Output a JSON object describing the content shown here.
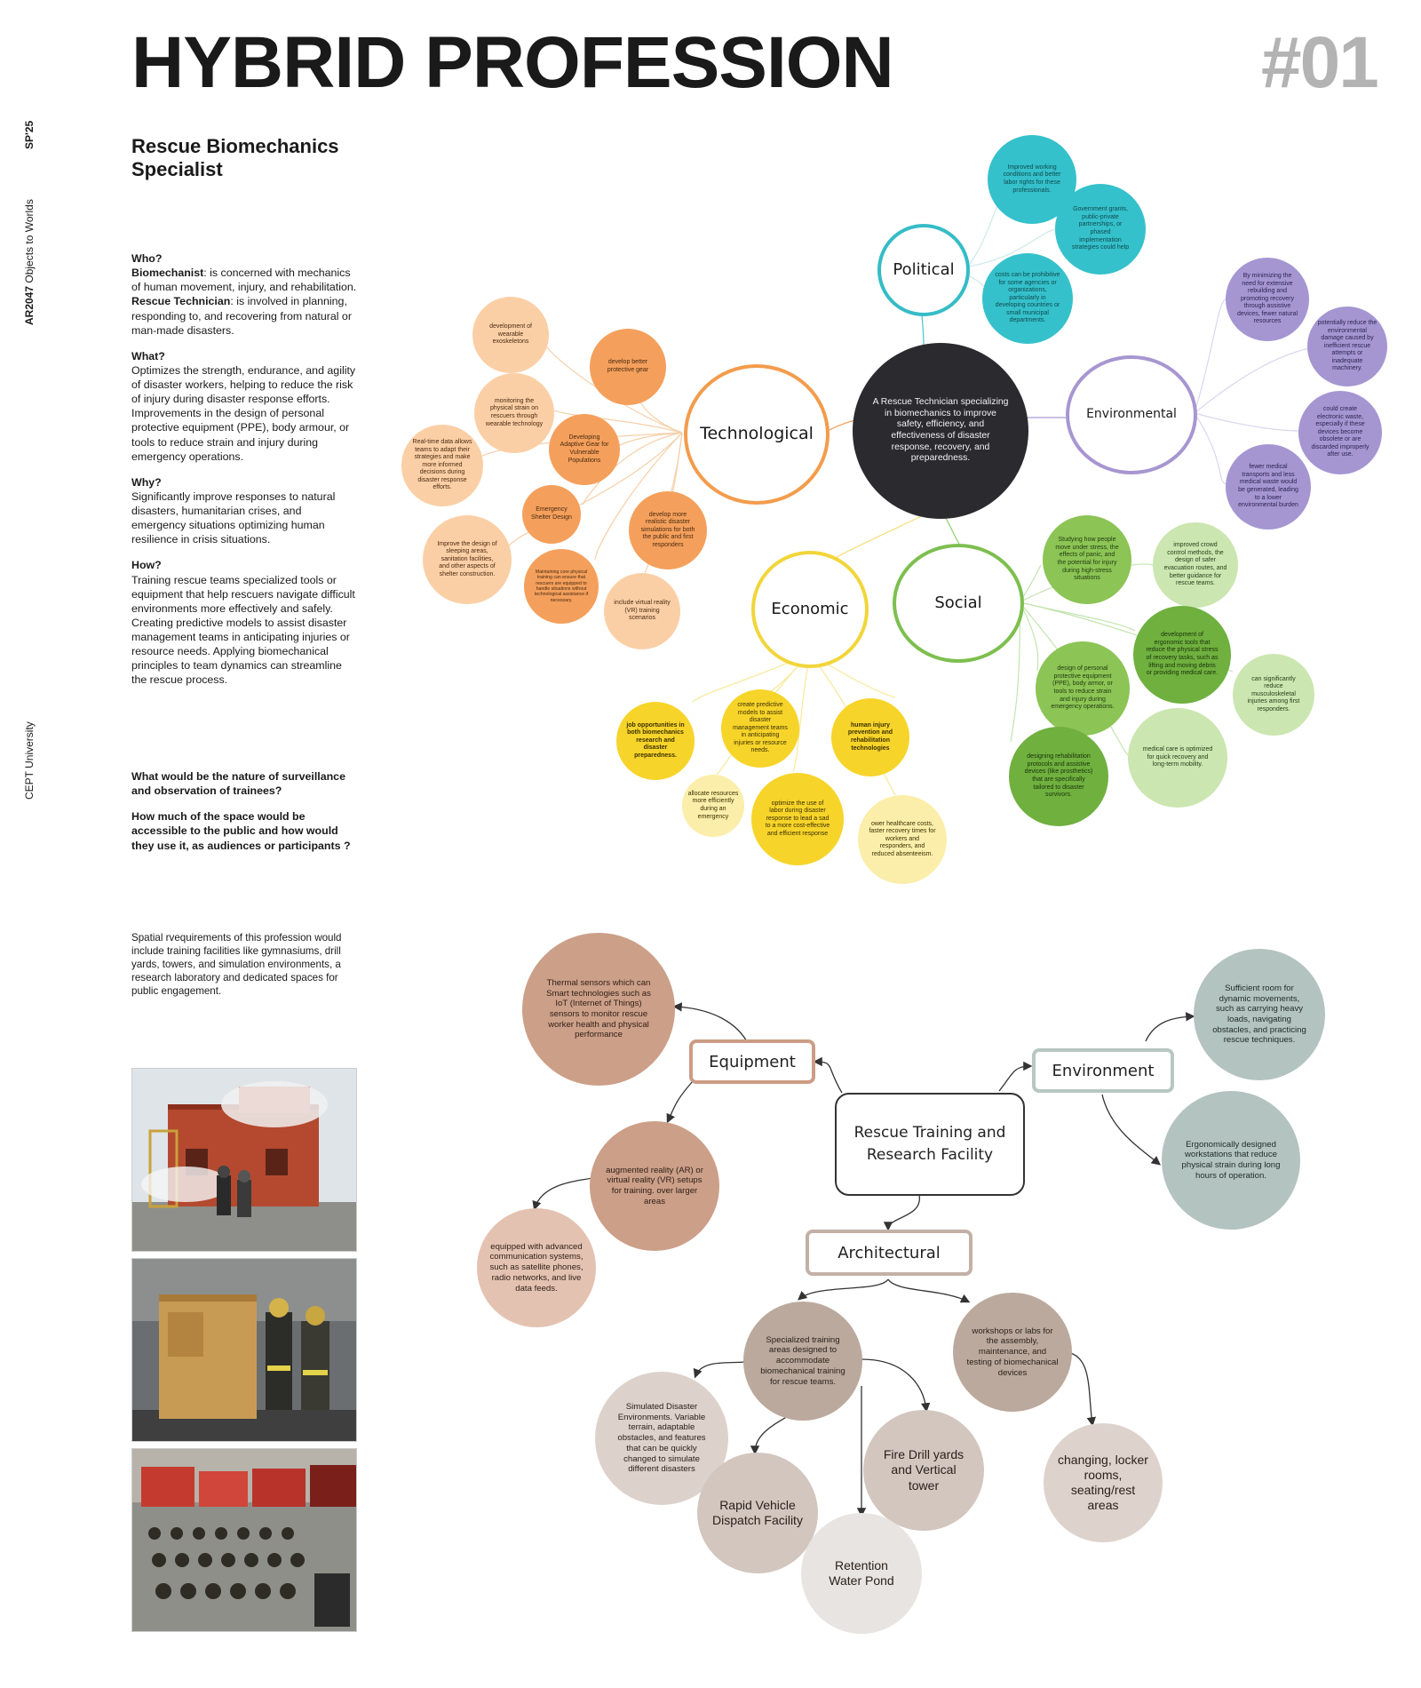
{
  "header": {
    "title": "HYBRID PROFESSION",
    "number": "#01",
    "semester": "SP'25",
    "course_code": "AR2047",
    "course_name": "Objects to Worlds",
    "university": "CEPT University"
  },
  "sidebar": {
    "subtitle_line1": "Rescue Biomechanics",
    "subtitle_line2": "Specialist",
    "who_heading": "Who?",
    "biomechanist_term": "Biomechanist",
    "biomechanist_text": ": is concerned with mechanics of human movement, injury, and rehabilitation.",
    "rescue_term": "Rescue Technician",
    "rescue_text": ": is involved in planning, responding to, and recovering from natural or man-made disasters.",
    "what_heading": "What?",
    "what_text": "Optimizes the strength, endurance, and agility of disaster workers, helping to reduce the risk of injury during disaster response efforts. Improvements in the design of personal protective equipment (PPE), body armour, or tools to reduce strain and injury during emergency operations.",
    "why_heading": "Why?",
    "why_text": "Significantly improve responses to natural disasters, humanitarian crises, and emergency situations optimizing human resilience in crisis situations.",
    "how_heading": "How?",
    "how_text": "Training rescue teams specialized tools or equipment that help rescuers navigate difficult environments more effectively and safely. Creating predictive models to assist disaster management teams in anticipating injuries or resource needs. Applying biomechanical principles to team dynamics can streamline the rescue process.",
    "question1": "What would be the nature of surveillance and observation of trainees?",
    "question2": "How much of the space would be accessible to the public and how would they use it, as audiences or participants ?",
    "spatial_text": "Spatial rvequirements of this profession would include training facilities like gymnasiums, drill yards, towers, and simulation environments, a research laboratory and dedicated spaces for public engagement."
  },
  "mindmap": {
    "center": "A Rescue Technician specializing in biomechanics to improve safety, efficiency, and effectiveness of disaster response, recovery, and preparedness.",
    "political": {
      "label": "Political",
      "items": [
        "Improved working conditions and better labor rights for these professionals.",
        "Government grants, public-private partnerships, or phased implementation strategies could help",
        "costs can be prohibitive for some agencies or organizations, particularly in developing countries or small municipal departments."
      ]
    },
    "environmental": {
      "label": "Environmental",
      "items": [
        "By minimizing the need for extensive rebuilding and promoting recovery through assistive devices, fewer natural resources",
        "potentially reduce the environmental damage caused by inefficient rescue attempts or inadequate machinery.",
        "could create electronic waste, especially if these devices become obsolete or are discarded improperly after use.",
        "fewer medical transports and less medical waste would be generated, leading to a lower environmental burden"
      ]
    },
    "technological": {
      "label": "Technological",
      "items": [
        "development of wearable exoskeletons",
        "develop better protective gear",
        "monitoring the physical strain on rescuers through wearable technology",
        "Developing Adaptive Gear for Vulnerable Populations",
        "Real-time data allows teams to adapt their strategies and make more informed decisions during disaster response efforts.",
        "Emergency Shelter Design",
        "develop more realistic disaster simulations for both the public and first responders",
        "Improve the design of sleeping areas, sanitation facilities, and other aspects of shelter construction.",
        "Maintaining core physical training can ensure that rescuers are equipped to handle situations without technological assistance if necessary.",
        "include virtual reality (VR) training scenarios"
      ]
    },
    "economic": {
      "label": "Economic",
      "items": [
        "job opportunities in both biomechanics research and disaster preparedness.",
        "create predictive models to assist disaster management teams in anticipating injuries or resource needs.",
        "human injury prevention and rehabilitation technologies",
        "allocate resources more efficiently during an emergency",
        "optimize the use of labor during disaster response to lead a sad to a more cost-effective and efficient response",
        "ower healthcare costs, faster recovery times for workers and responders, and reduced absenteeism."
      ]
    },
    "social": {
      "label": "Social",
      "items": [
        "Studying how people move under stress, the effects of panic, and the potential for injury during high-stress situations",
        "improved crowd control methods, the design of safer evacuation routes, and better guidance for rescue teams.",
        "development of ergonomic tools that reduce the physical stress of recovery tasks, such as lifting and moving debris or providing medical care.",
        "design of personal protective equipment (PPE), body armor, or tools to reduce strain and injury during emergency operations.",
        "can significantly reduce musculoskeletal injuries among first responders.",
        "designing rehabilitation protocols and assistive devices (like prosthetics) that are specifically tailored to disaster survivors.",
        "medical care is optimized for quick recovery and long-term mobility."
      ]
    }
  },
  "facility": {
    "center": "Rescue Training and Research Facility",
    "equipment": {
      "label": "Equipment",
      "items": [
        "Thermal sensors which can Smart technologies such as IoT (Internet of Things) sensors to monitor rescue worker health and physical performance",
        "augmented reality (AR) or virtual reality (VR) setups for training. over larger areas",
        "equipped with advanced communication systems, such as satellite phones, radio networks, and live data feeds."
      ]
    },
    "environment": {
      "label": "Environment",
      "items": [
        "Sufficient room for dynamic movements, such as carrying heavy loads, navigating obstacles, and practicing rescue techniques.",
        "Ergonomically designed workstations that reduce physical strain during long hours of operation."
      ]
    },
    "architectural": {
      "label": "Architectural",
      "items": [
        "Specialized training areas designed to accommodate biomechanical training for rescue teams.",
        "workshops or labs for the assembly, maintenance, and testing of biomechanical devices",
        "Simulated Disaster Environments. Variable terrain, adaptable obstacles, and features that can be quickly changed to simulate different disasters",
        "Rapid Vehicle Dispatch Facility",
        "Fire Drill yards and Vertical tower",
        "Retention Water Pond",
        "changing, locker rooms, seating/rest areas"
      ]
    }
  }
}
